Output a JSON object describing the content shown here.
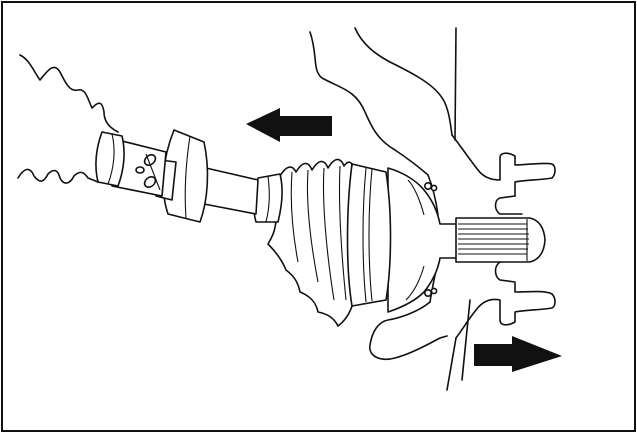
{
  "figure": {
    "subject": "",
    "colors": {
      "ink": "#111111",
      "background": "#ffffff"
    },
    "arrows": [
      {
        "name": "pull-left-arrow",
        "direction": "left"
      },
      {
        "name": "push-right-arrow",
        "direction": "right"
      }
    ]
  }
}
